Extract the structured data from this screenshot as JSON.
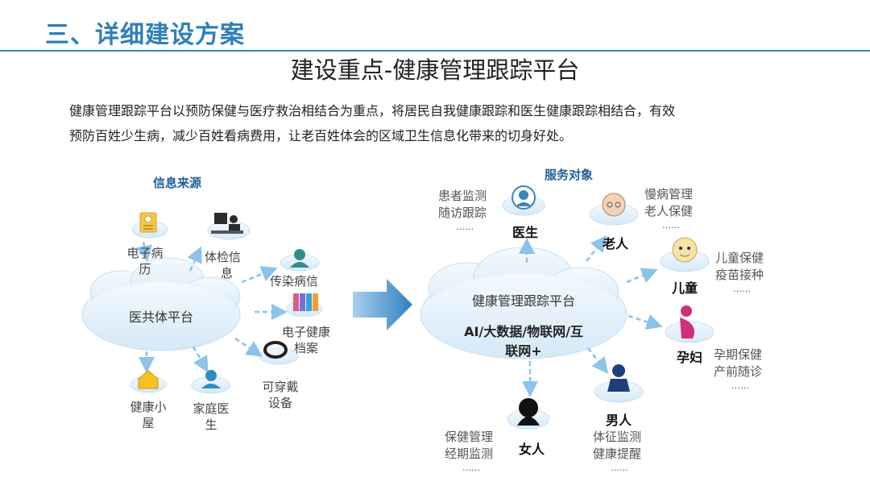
{
  "header": {
    "section_title": "三、详细建设方案"
  },
  "main_title": "建设重点-健康管理跟踪平台",
  "intro": {
    "line1": "健康管理跟踪平台以预防保健与医疗救治相结合为重点，将居民自我健康跟踪和医生健康跟踪相结合，有效",
    "line2": "预防百姓少生病，减少百姓看病费用，让老百姓体会的区域卫生信息化带来的切身好处。"
  },
  "left": {
    "group_title": "信息来源",
    "center_cloud": "医共体平台",
    "sources": {
      "emr": [
        "电子病",
        "历"
      ],
      "physical_exam": [
        "体检信",
        "息"
      ],
      "infectious": [
        "传染病信"
      ],
      "ehr": [
        "电子健康",
        "档案"
      ],
      "wearable": [
        "可穿戴",
        "设备"
      ],
      "health_hut": [
        "健康小",
        "屋"
      ],
      "family_doctor": [
        "家庭医",
        "生"
      ]
    }
  },
  "right": {
    "group_title": "服务对象",
    "center_cloud": {
      "line1": "健康管理跟踪平台",
      "line2": "AI/大数据/物联网/互",
      "line3": "联网+"
    },
    "targets": {
      "doctor": {
        "name": "医生",
        "desc": [
          "患者监测",
          "随访跟踪",
          "……"
        ]
      },
      "elderly": {
        "name": "老人",
        "desc": [
          "慢病管理",
          "老人保健",
          "……"
        ]
      },
      "child": {
        "name": "儿童",
        "desc": [
          "儿童保健",
          "疫苗接种",
          "……"
        ]
      },
      "pregnant": {
        "name": "孕妇",
        "desc": [
          "孕期保健",
          "产前随诊",
          "……"
        ]
      },
      "man": {
        "name": "男人",
        "desc": [
          "体征监测",
          "健康提醒",
          "……"
        ]
      },
      "woman": {
        "name": "女人",
        "desc": [
          "保健管理",
          "经期监测",
          "……"
        ]
      }
    }
  },
  "colors": {
    "accent": "#2f7fb8",
    "cloud_fill": "#e4f1fb",
    "cloud_edge": "#bcdaf0",
    "arrow": "#8dc3e8",
    "big_arrow": "#4a90c8"
  }
}
